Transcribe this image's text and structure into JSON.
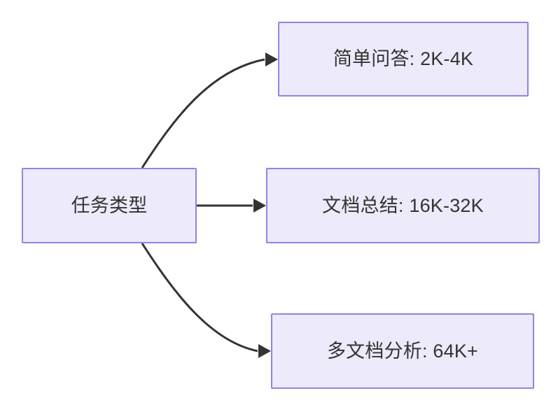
{
  "diagram": {
    "type": "flowchart",
    "direction": "left-to-right",
    "background_color": "#ffffff",
    "node_fill_color": "#ECEAFB",
    "node_border_color": "#9B7FE0",
    "node_text_color": "#333333",
    "edge_color": "#333333",
    "root": {
      "id": "root",
      "label": "任务类型"
    },
    "children": [
      {
        "id": "simple-qa",
        "label": "简单问答: 2K-4K"
      },
      {
        "id": "doc-summary",
        "label": "文档总结: 16K-32K"
      },
      {
        "id": "multi-doc",
        "label": "多文档分析: 64K+"
      }
    ],
    "edges": [
      {
        "id": "edge-root-to-simple-qa",
        "from": "任务类型",
        "to": "简单问答: 2K-4K",
        "label": "",
        "style": "curved-arrow"
      },
      {
        "id": "edge-root-to-doc-summary",
        "from": "任务类型",
        "to": "文档总结: 16K-32K",
        "label": "",
        "style": "straight-arrow"
      },
      {
        "id": "edge-root-to-multi-doc",
        "from": "任务类型",
        "to": "多文档分析: 64K+",
        "label": "",
        "style": "curved-arrow"
      }
    ]
  }
}
